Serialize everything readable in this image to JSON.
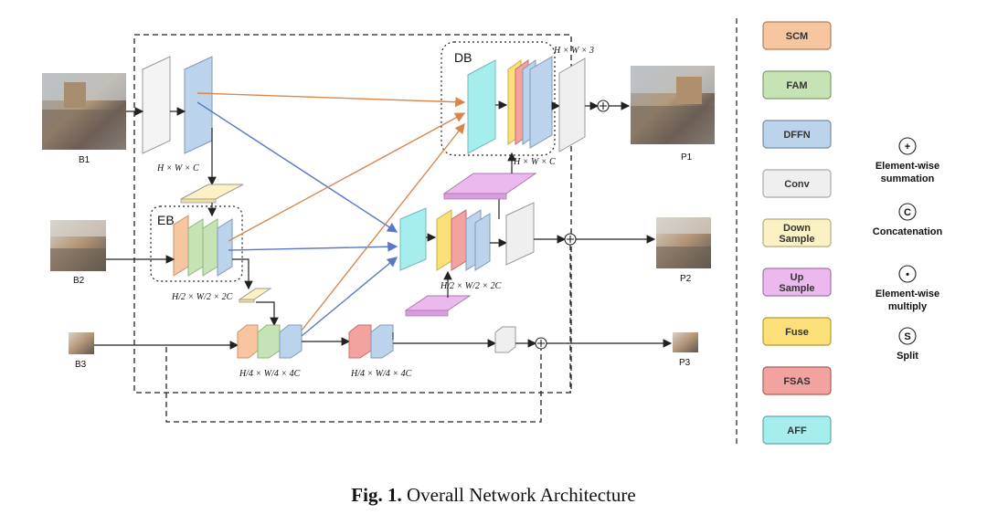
{
  "inputs": {
    "b1": "B1",
    "b2": "B2",
    "b3": "B3"
  },
  "outputs": {
    "p1": "P1",
    "p2": "P2",
    "p3": "P3"
  },
  "blocks": {
    "db": "DB",
    "eb": "EB"
  },
  "dims": {
    "hwc": "H × W × C",
    "hw3": "H × W × 3",
    "hwc_out": "H × W × C",
    "half_2c_enc": "H/2 × W/2 × 2C",
    "half_2c_dec": "H/2 × W/2 × 2C",
    "quarter_4c_enc": "H/4 × W/4 × 4C",
    "quarter_4c_dec": "H/4 × W/4 × 4C"
  },
  "legend": [
    {
      "label": "SCM",
      "color": "#f7c59f"
    },
    {
      "label": "FAM",
      "color": "#c6e3b5"
    },
    {
      "label": "DFFN",
      "color": "#bcd3ec"
    },
    {
      "label": "Conv",
      "color": "#efefef"
    },
    {
      "label": "Down Sample",
      "color": "#fbf1c2"
    },
    {
      "label": "Up Sample",
      "color": "#ebb9ee"
    },
    {
      "label": "Fuse",
      "color": "#fbe07a"
    },
    {
      "label": "FSAS",
      "color": "#f2a39f"
    },
    {
      "label": "AFF",
      "color": "#a6eeee"
    }
  ],
  "symbols": [
    {
      "glyph": "+",
      "label": "Element-wise summation"
    },
    {
      "glyph": "C",
      "label": "Concatenation"
    },
    {
      "glyph": "•",
      "label": "Element-wise multiply"
    },
    {
      "glyph": "S",
      "label": "Split"
    }
  ],
  "caption": {
    "prefix": "Fig. 1.",
    "title": "Overall Network Architecture"
  }
}
